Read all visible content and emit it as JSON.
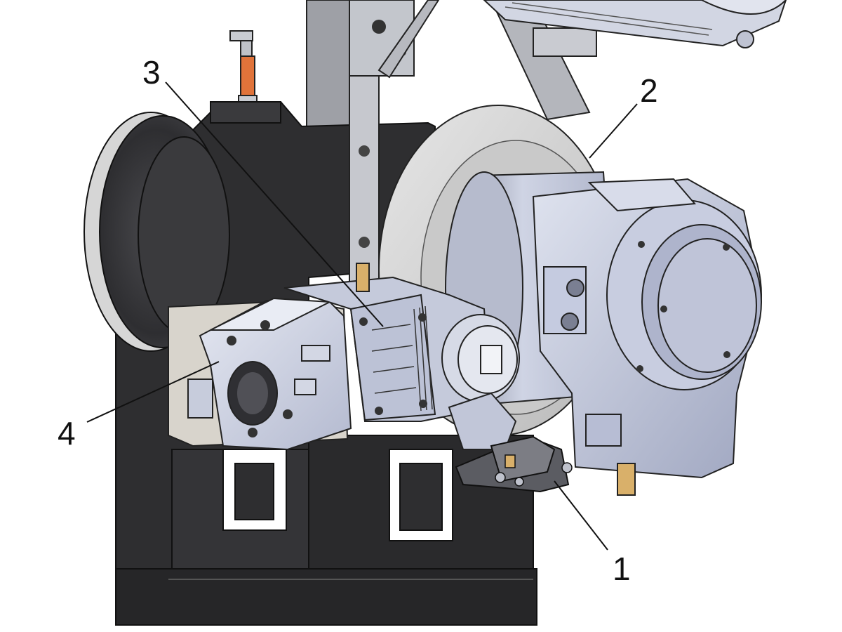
{
  "callouts": [
    {
      "id": "1",
      "label": "1"
    },
    {
      "id": "2",
      "label": "2"
    },
    {
      "id": "3",
      "label": "3"
    },
    {
      "id": "4",
      "label": "4"
    }
  ],
  "colors": {
    "frame_dark": "#2e2e30",
    "frame_mid": "#48484b",
    "metal_light": "#d9dde6",
    "metal_blue": "#b8bfd6",
    "metal_gray": "#a9abb2",
    "plate_beige": "#d8d4cc",
    "brass": "#d9b06a",
    "orange": "#e0733a",
    "line": "#111111"
  }
}
